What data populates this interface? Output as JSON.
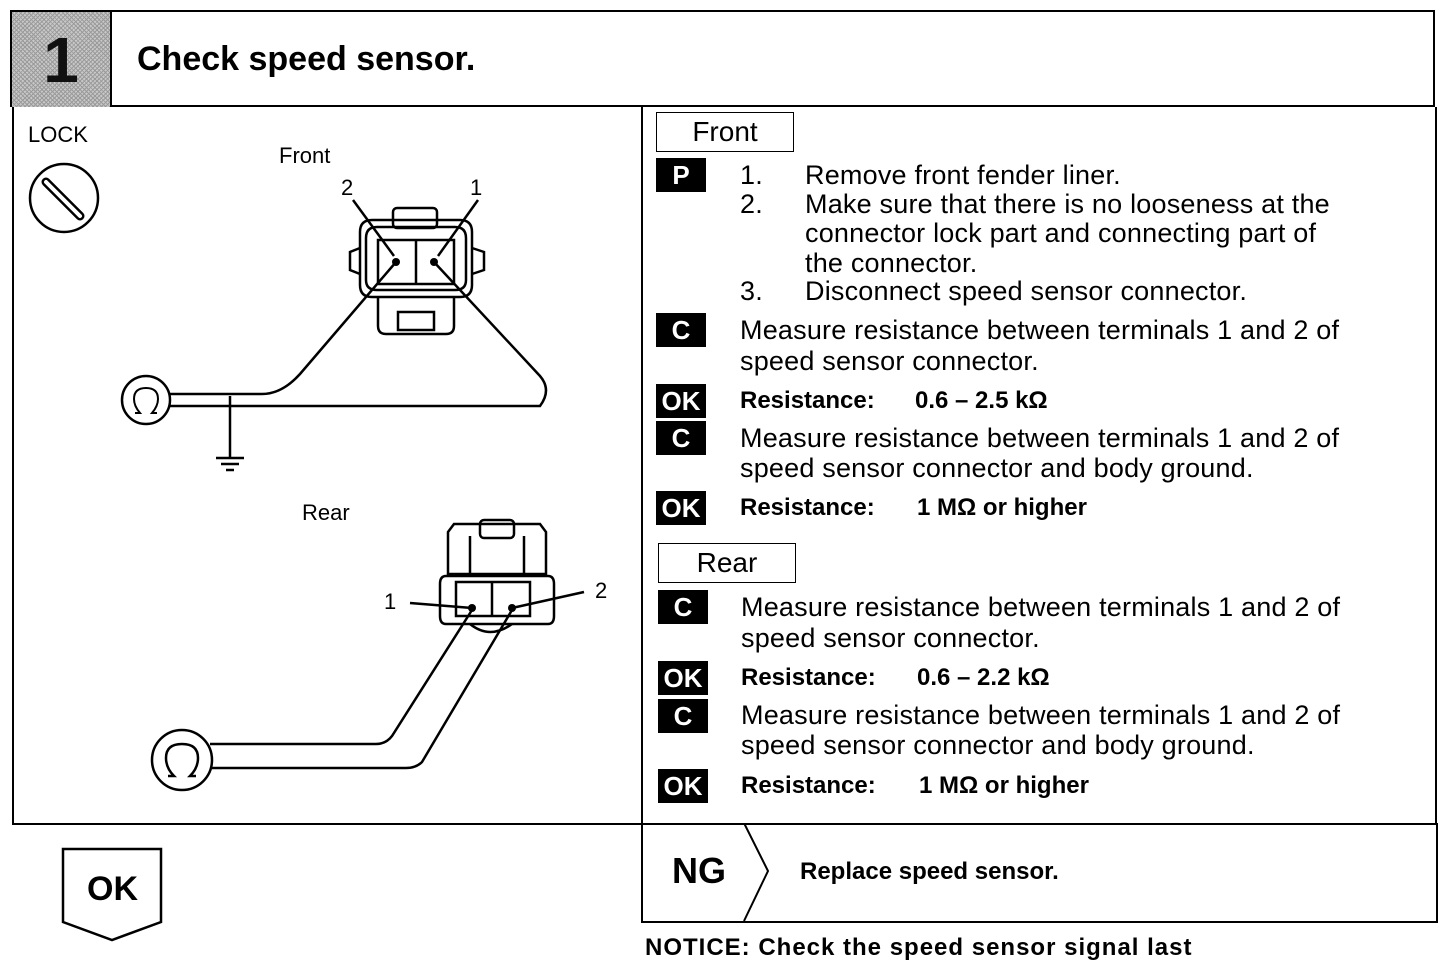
{
  "header": {
    "step_number": "1",
    "title": "Check speed sensor."
  },
  "diagram": {
    "lock_label": "LOCK",
    "front_label": "Front",
    "rear_label": "Rear",
    "front_terminal_left": "2",
    "front_terminal_right": "1",
    "rear_terminal_left": "1",
    "rear_terminal_right": "2",
    "ohm_symbol": "Ω"
  },
  "front": {
    "section_label": "Front",
    "prep_badge": "P",
    "steps": [
      {
        "num": "1.",
        "text": "Remove front fender liner."
      },
      {
        "num": "2.",
        "text": "Make sure that there is no looseness at the"
      },
      {
        "num": "",
        "text": "connector lock part and connecting part of"
      },
      {
        "num": "",
        "text": "the connector."
      },
      {
        "num": "3.",
        "text": "Disconnect speed sensor connector."
      }
    ],
    "check1": {
      "badge": "C",
      "line1": "Measure resistance between terminals 1 and 2 of",
      "line2": "speed sensor connector."
    },
    "ok1": {
      "badge": "OK",
      "label": "Resistance:",
      "value": "0.6 – 2.5 kΩ"
    },
    "check2": {
      "badge": "C",
      "line1": "Measure resistance between terminals 1 and 2 of",
      "line2": "speed sensor connector and body ground."
    },
    "ok2": {
      "badge": "OK",
      "label": "Resistance:",
      "value": "1 MΩ or higher"
    }
  },
  "rear": {
    "section_label": "Rear",
    "check1": {
      "badge": "C",
      "line1": "Measure resistance between terminals 1 and 2 of",
      "line2": "speed sensor connector."
    },
    "ok1": {
      "badge": "OK",
      "label": "Resistance:",
      "value": "0.6 – 2.2 kΩ"
    },
    "check2": {
      "badge": "C",
      "line1": "Measure resistance between terminals 1 and 2 of",
      "line2": "speed sensor connector and body ground."
    },
    "ok2": {
      "badge": "OK",
      "label": "Resistance:",
      "value": "1 MΩ or higher"
    }
  },
  "result": {
    "ok_label": "OK",
    "ng_label": "NG",
    "ng_action": "Replace speed sensor."
  },
  "notice": "NOTICE:  Check the speed sensor signal last"
}
